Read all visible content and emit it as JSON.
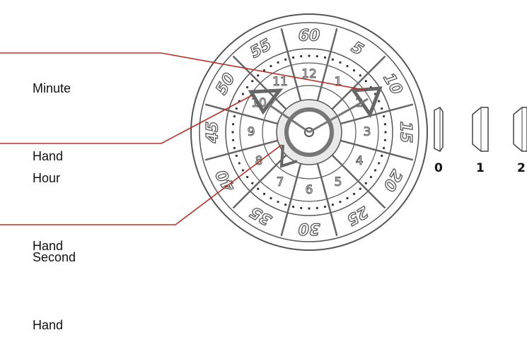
{
  "callouts": {
    "minute": [
      "Minute",
      "Hand"
    ],
    "hour": [
      "Hour",
      "Hand"
    ],
    "second": [
      "Second",
      "Hand"
    ]
  },
  "crown_positions": [
    "0",
    "1",
    "2"
  ],
  "bezel_numbers": [
    "60",
    "5",
    "10",
    "15",
    "20",
    "25",
    "30",
    "35",
    "40",
    "45",
    "50",
    "55"
  ],
  "dial_numbers": [
    "12",
    "1",
    "2",
    "3",
    "4",
    "5",
    "6",
    "7",
    "8",
    "9",
    "10",
    "11"
  ],
  "colors": {
    "leader": "#b8302a",
    "line": "#4a4a4a",
    "hand": "#666666"
  }
}
